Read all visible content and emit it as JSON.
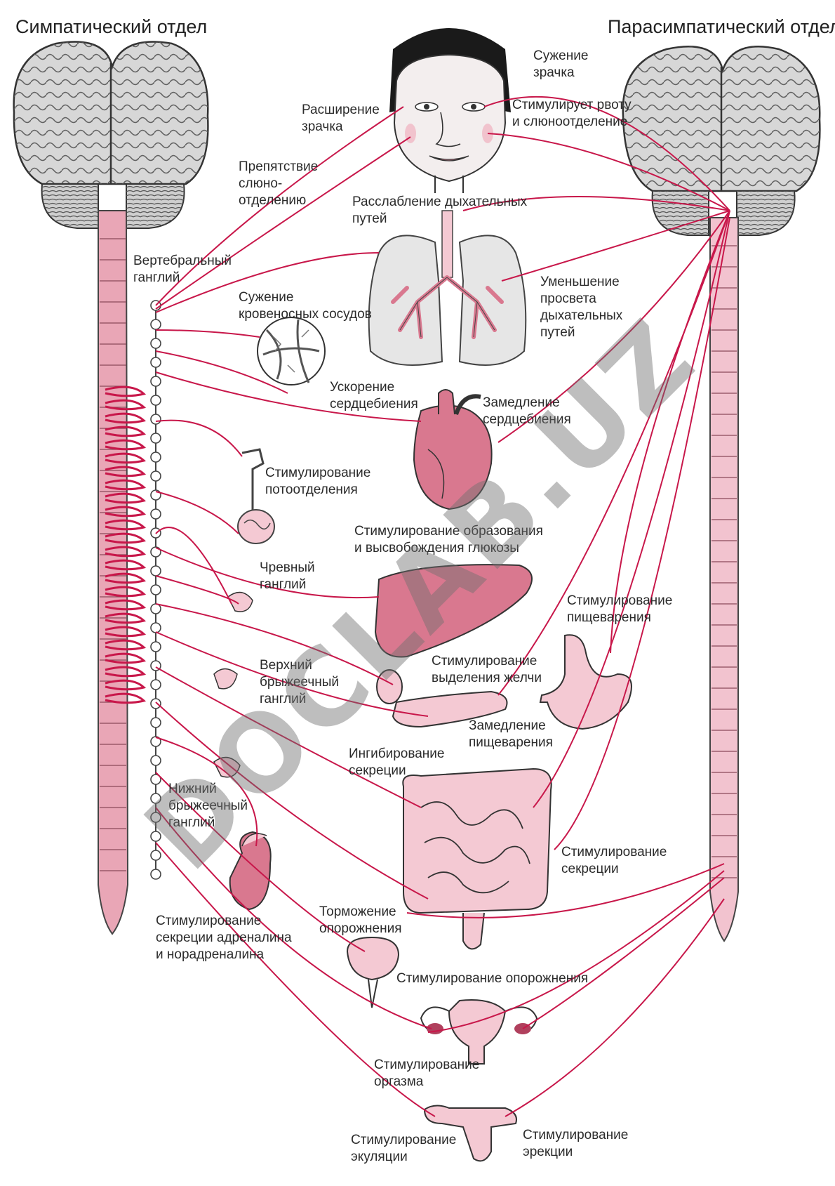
{
  "titles": {
    "sympathetic": "Симпатический отдел",
    "parasympathetic": "Парасимпатический отдел"
  },
  "labels": {
    "pupil_dilation": [
      "Расширение",
      "зрачка"
    ],
    "pupil_constriction": [
      "Сужение",
      "зрачка"
    ],
    "vomit_saliva": [
      "Стимулирует рвоту",
      "и слюноотделение"
    ],
    "saliva_block": [
      "Препятствие",
      "слюно-",
      "отделению"
    ],
    "airway_relax": [
      "Расслабление  дыхательных",
      "путей"
    ],
    "vertebral_ganglion": [
      "Вертебральный",
      "ганглий"
    ],
    "vessel_constriction": [
      "Сужение",
      "кровеносных сосудов"
    ],
    "airway_narrowing": [
      "Уменьшение",
      "просвета",
      "дыхательных",
      "путей"
    ],
    "heart_accel": [
      "Ускорение",
      "сердцебиения"
    ],
    "heart_slow": [
      "Замедление",
      "сердцебиения"
    ],
    "sweat": [
      "Стимулирование",
      "потоотделения"
    ],
    "glucose": [
      "Стимулирование образования",
      "и высвобождения глюкозы"
    ],
    "celiac": [
      "Чревный",
      "ганглий"
    ],
    "digestion_stim": [
      "Стимулирование",
      "пищеварения"
    ],
    "bile": [
      "Стимулирование",
      "выделения желчи"
    ],
    "superior_mesenteric": [
      "Верхний",
      "брыжеечный",
      "ганглий"
    ],
    "digestion_slow": [
      "Замедление",
      "пищеварения"
    ],
    "secretion_inhibit": [
      "Ингибирование",
      "секреции"
    ],
    "inferior_mesenteric": [
      "Нижний",
      "брыжеечный",
      "ганглий"
    ],
    "secretion_stim": [
      "Стимулирование",
      "секреции"
    ],
    "adrenaline": [
      "Стимулирование",
      "секреции адреналина",
      "и норадреналина"
    ],
    "emptying_inhibit": [
      "Торможение",
      "опорожнения"
    ],
    "emptying_stim": [
      "Стимулирование опорожнения"
    ],
    "orgasm": [
      "Стимулирование",
      "оргазма"
    ],
    "ejaculation": [
      "Стимулирование",
      "экуляции"
    ],
    "erection": [
      "Стимулирование",
      "эрекции"
    ]
  },
  "watermark": "DOCLAB.UZ",
  "colors": {
    "nerve": "#c8174a",
    "organ_fill": "#d9788f",
    "organ_light": "#f4c9d3",
    "cord": "#e9a6b6",
    "brain": "#d7d7d7",
    "outline": "#333333"
  }
}
